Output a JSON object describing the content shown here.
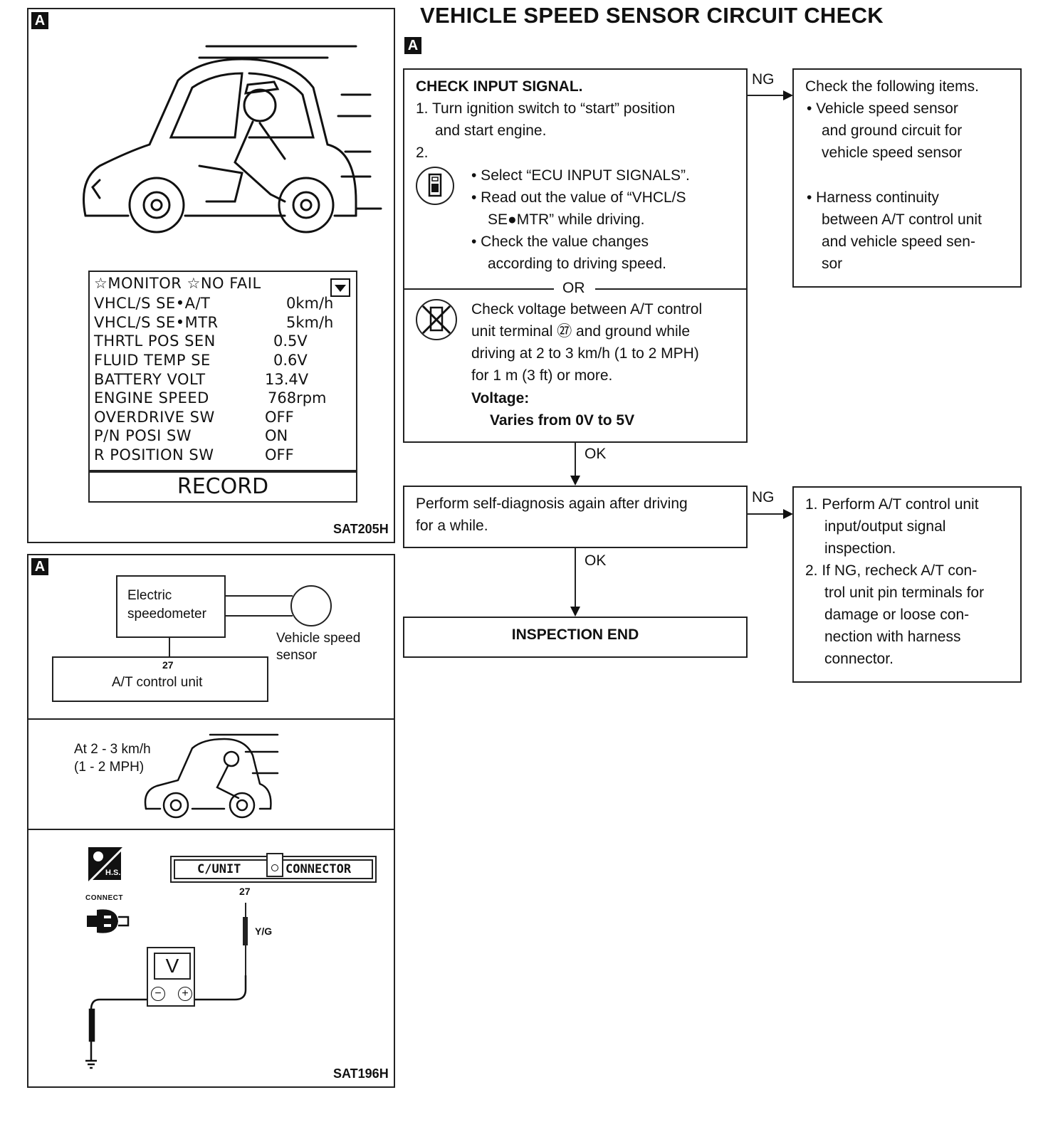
{
  "page_title": "VEHICLE SPEED SENSOR CIRCUIT CHECK",
  "badge": "A",
  "left_panel_top": {
    "monitor": {
      "header": "☆MONITOR ☆NO FAIL",
      "rows": [
        {
          "label": "VHCL/S SE•A/T",
          "value": "0km/h"
        },
        {
          "label": "VHCL/S SE•MTR",
          "value": "5km/h"
        },
        {
          "label": "THRTL POS SEN",
          "value": "0.5V"
        },
        {
          "label": "FLUID TEMP SE",
          "value": "0.6V"
        },
        {
          "label": "BATTERY VOLT",
          "value": "13.4V"
        },
        {
          "label": "ENGINE SPEED",
          "value": "768rpm"
        },
        {
          "label": "OVERDRIVE SW",
          "value": "OFF"
        },
        {
          "label": "P/N POSI SW",
          "value": "ON"
        },
        {
          "label": "R POSITION SW",
          "value": "OFF"
        }
      ],
      "record_label": "RECORD"
    },
    "figure_code": "SAT205H"
  },
  "left_panel_bottom": {
    "diagram": {
      "speedometer_line1": "Electric",
      "speedometer_line2": "speedometer",
      "sensor_line1": "Vehicle speed",
      "sensor_line2": "sensor",
      "terminal": "27",
      "control_unit": "A/T control unit"
    },
    "speed_line1": "At 2 - 3 km/h",
    "speed_line2": "(1 - 2 MPH)",
    "hs_label": "H.S.",
    "connect_label": "CONNECT",
    "connector_left": "C/UNIT",
    "connector_right": "CONNECTOR",
    "terminal": "27",
    "wire": "Y/G",
    "meter": "V",
    "figure_code": "SAT196H"
  },
  "flow": {
    "step1": {
      "title": "CHECK INPUT SIGNAL.",
      "item1a": "1. Turn ignition switch to “start” position",
      "item1b": "and start engine.",
      "item2": "2.",
      "bullet1": "• Select “ECU INPUT SIGNALS”.",
      "bullet2a": "• Read out the value of “VHCL/S",
      "bullet2b": "SE●MTR” while driving.",
      "bullet3a": "• Check the value changes",
      "bullet3b": "according to driving speed.",
      "or": "OR",
      "alt1": "Check voltage between A/T control",
      "alt2": "unit terminal ㉗ and ground while",
      "alt3": "driving at 2 to 3 km/h (1 to 2 MPH)",
      "alt4": "for 1 m (3 ft) or more.",
      "voltage_label": "Voltage:",
      "voltage_value": "Varies from 0V to 5V"
    },
    "ng1": "NG",
    "ng1_box": {
      "title": "Check the following items.",
      "b1a": "• Vehicle speed sensor",
      "b1b": "and ground circuit for",
      "b1c": "vehicle speed sensor",
      "b2a": "• Harness continuity",
      "b2b": "between A/T control unit",
      "b2c": "and vehicle speed sen-",
      "b2d": "sor"
    },
    "ok1": "OK",
    "step2_line1": "Perform self-diagnosis again after driving",
    "step2_line2": "for a while.",
    "ng2": "NG",
    "ng2_box": {
      "l1": "1. Perform A/T control unit",
      "l2": "input/output signal",
      "l3": "inspection.",
      "l4": "2. If NG, recheck A/T con-",
      "l5": "trol unit pin terminals for",
      "l6": "damage or loose con-",
      "l7": "nection with harness",
      "l8": "connector."
    },
    "ok2": "OK",
    "end": "INSPECTION END"
  }
}
